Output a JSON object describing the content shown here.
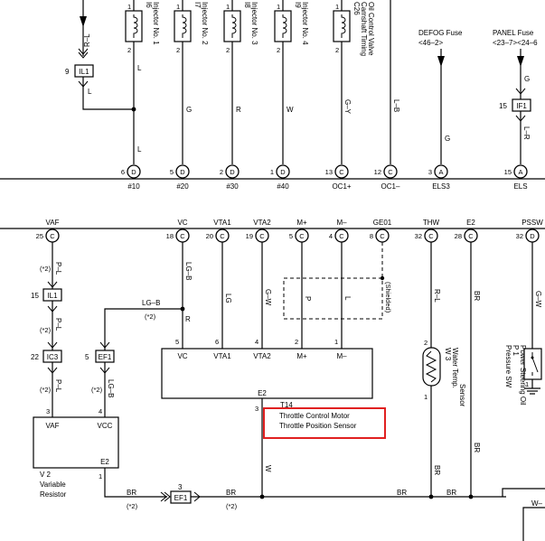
{
  "top_components": [
    {
      "id": "i6",
      "ref": "I6",
      "name": "Injector No. 1"
    },
    {
      "id": "i7",
      "ref": "I7",
      "name": "Injector No. 2"
    },
    {
      "id": "i8",
      "ref": "I8",
      "name": "Injector No. 3"
    },
    {
      "id": "i9",
      "ref": "I9",
      "name": "Injector No. 4"
    },
    {
      "id": "c26",
      "ref": "C26",
      "name1": "Camshaft Timing",
      "name2": "Oil Control Valve"
    }
  ],
  "top_pins": {
    "i6_1": "1",
    "i6_2": "2",
    "i7_1": "1",
    "i7_2": "2",
    "i8_1": "1",
    "i8_2": "2",
    "i9_1": "1",
    "i9_2": "2",
    "c26_1": "1",
    "c26_2": "2"
  },
  "top_wires": {
    "rl": "R–L",
    "il1_l": "L",
    "l1": "L",
    "l2": "L",
    "g20": "G",
    "r30": "R",
    "w40": "W",
    "l3": "L",
    "gy": "G–Y",
    "lb": "L–B",
    "g_defog": "G",
    "g_panel": "G",
    "lr": "L–R"
  },
  "defog": {
    "title": "DEFOG Fuse",
    "ref": "<46–2>"
  },
  "panel": {
    "title": "PANEL Fuse",
    "ref": "<23–7><24–6"
  },
  "il1_top": {
    "label": "IL1",
    "pin": "9"
  },
  "if1": {
    "label": "IF1",
    "pin": "15"
  },
  "ecu_top": [
    {
      "num": "6",
      "letter": "D",
      "label": "#10"
    },
    {
      "num": "5",
      "letter": "D",
      "label": "#20"
    },
    {
      "num": "2",
      "letter": "D",
      "label": "#30"
    },
    {
      "num": "1",
      "letter": "D",
      "label": "#40"
    },
    {
      "num": "13",
      "letter": "C",
      "label": "OC1+"
    },
    {
      "num": "12",
      "letter": "C",
      "label": "OC1–"
    },
    {
      "num": "3",
      "letter": "A",
      "label": "ELS3"
    },
    {
      "num": "15",
      "letter": "A",
      "label": "ELS"
    }
  ],
  "ecu_bottom": [
    {
      "name": "VAF",
      "num": "25",
      "letter": "C"
    },
    {
      "name": "VC",
      "num": "18",
      "letter": "C"
    },
    {
      "name": "VTA1",
      "num": "20",
      "letter": "C"
    },
    {
      "name": "VTA2",
      "num": "19",
      "letter": "C"
    },
    {
      "name": "M+",
      "num": "5",
      "letter": "C"
    },
    {
      "name": "M–",
      "num": "4",
      "letter": "C"
    },
    {
      "name": "GE01",
      "num": "8",
      "letter": "C"
    },
    {
      "name": "THW",
      "num": "32",
      "letter": "C"
    },
    {
      "name": "E2",
      "num": "28",
      "letter": "C"
    },
    {
      "name": "PSSW",
      "num": "32",
      "letter": "D"
    }
  ],
  "conn": {
    "il1": {
      "label": "IL1",
      "pin": "15"
    },
    "ic3": {
      "label": "IC3",
      "pin": "22"
    },
    "ef1": {
      "label": "EF1",
      "pin": "5"
    },
    "ef1b": {
      "label": "EF1",
      "pin": "3"
    }
  },
  "star2": "(*2)",
  "wires": {
    "pl1": "P–L",
    "pl2": "P–L",
    "pl3": "P–L",
    "lgb1": "LG–B",
    "lgb2": "LG–B",
    "lgb3": "LG–B",
    "r": "R",
    "lg": "LG",
    "gw": "G–W",
    "p": "P",
    "l": "L",
    "shielded": "(Shielded)",
    "rl": "R–L",
    "br1": "BR",
    "br2": "BR",
    "br3": "BR",
    "br4": "BR",
    "br5": "BR",
    "br6": "BR",
    "br7": "BR",
    "gw2": "G–W",
    "w": "W",
    "wdash": "W–"
  },
  "throttle": {
    "pins": [
      "VC",
      "VTA1",
      "VTA2",
      "M+",
      "M–"
    ],
    "nums": [
      "5",
      "6",
      "4",
      "2",
      "1"
    ],
    "e2": "E2",
    "e2pin": "3",
    "ref": "T14",
    "name1": "Throttle Control Motor",
    "name2": "Throttle Position Sensor"
  },
  "v2": {
    "vaf": "VAF",
    "vcc": "VCC",
    "e2": "E2",
    "pin3": "3",
    "pin4": "4",
    "pin1": "1",
    "ref": "V 2",
    "name1": "Variable",
    "name2": "Resistor"
  },
  "w3": {
    "ref": "W 3",
    "name1": "Water Temp.",
    "name2": "Sensor",
    "pin2": "2",
    "pin1": "1"
  },
  "p1": {
    "ref": "P 1",
    "name1": "Power Steering Oil",
    "name2": "Pressure SW",
    "pin1": "1"
  }
}
